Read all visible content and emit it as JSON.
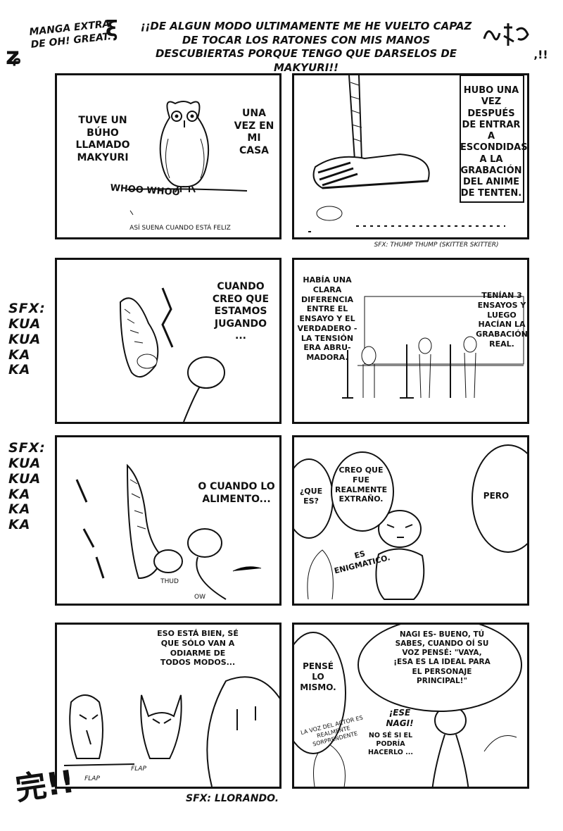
{
  "header": {
    "series_note": "MANGA EXTRA DE OH! GREAT.",
    "title": "¡¡DE ALGUN MODO ULTIMAMENTE ME HE VUELTO CAPAZ DE TOCAR LOS RATONES CON MIS MANOS DESCUBIERTAS PORQUE TENGO QUE DARSELOS DE MAKYURI!!"
  },
  "row1": {
    "left": {
      "text_a": "TUVE UN BÚHO LLAMADO MAKYURI",
      "text_b": "UNA VEZ EN MI CASA",
      "sound": "WHOO WHOO",
      "note": "ASÍ SUENA CUANDO ESTÁ FELIZ"
    },
    "right": {
      "text": "HUBO UNA VEZ DESPUÉS DE ENTRAR A ESCONDIDAS A LA GRABACIÓN DEL ANIME DE TENTEN."
    },
    "sfx_below": "SFX: THUMP THUMP (SKITTER SKITTER)"
  },
  "row2": {
    "side_sfx": "SFX: KUA KUA KA KA",
    "left": {
      "text": "CUANDO CREO QUE ESTAMOS JUGANDO ..."
    },
    "right": {
      "text_a": "HABÍA UNA CLARA DIFERENCIA ENTRE EL ENSAYO Y EL VERDADERO - LA TENSIÓN ERA ABRU-MADORA.",
      "text_b": "TENÍAN 3 ENSAYOS Y LUEGO HACÍAN LA GRABACIÓN REAL."
    }
  },
  "row3": {
    "side_sfx": "SFX: KUA KUA KA KA KA",
    "left": {
      "text": "O CUANDO LO ALIMENTO...",
      "label_thud": "THUD",
      "label_ow": "OW"
    },
    "right": {
      "bubble_a": "¿QUE ES?",
      "bubble_b": "CREO QUE FUE REALMENTE EXTRAÑO.",
      "bubble_c": "PERO",
      "bubble_d": "ES ENIGMATICO."
    }
  },
  "row4": {
    "left": {
      "text": "ESO ESTÁ BIEN, SÉ QUE SÓLO VAN A ODIARME DE TODOS MODOS...",
      "flap_a": "FLAP",
      "flap_b": "FLAP"
    },
    "right": {
      "bubble_a": "PENSÉ LO MISMO.",
      "bubble_b": "NAGI ES- BUENO, TÚ SABES, CUANDO OÍ SU VOZ PENSÉ: \"VAYA, ¡ESA ES LA IDEAL PARA EL PERSONAJE PRINCIPAL!\"",
      "small_note": "LA VOZ DEL ACTOR ES REALMENTE SORPRENDENTE",
      "shout": "¡ESE NAGI!",
      "bubble_c": "NO SÉ SI EL PODRÍA HACERLO ..."
    },
    "sfx_below": "SFX: LLORANDO."
  },
  "end_mark": "完!!"
}
